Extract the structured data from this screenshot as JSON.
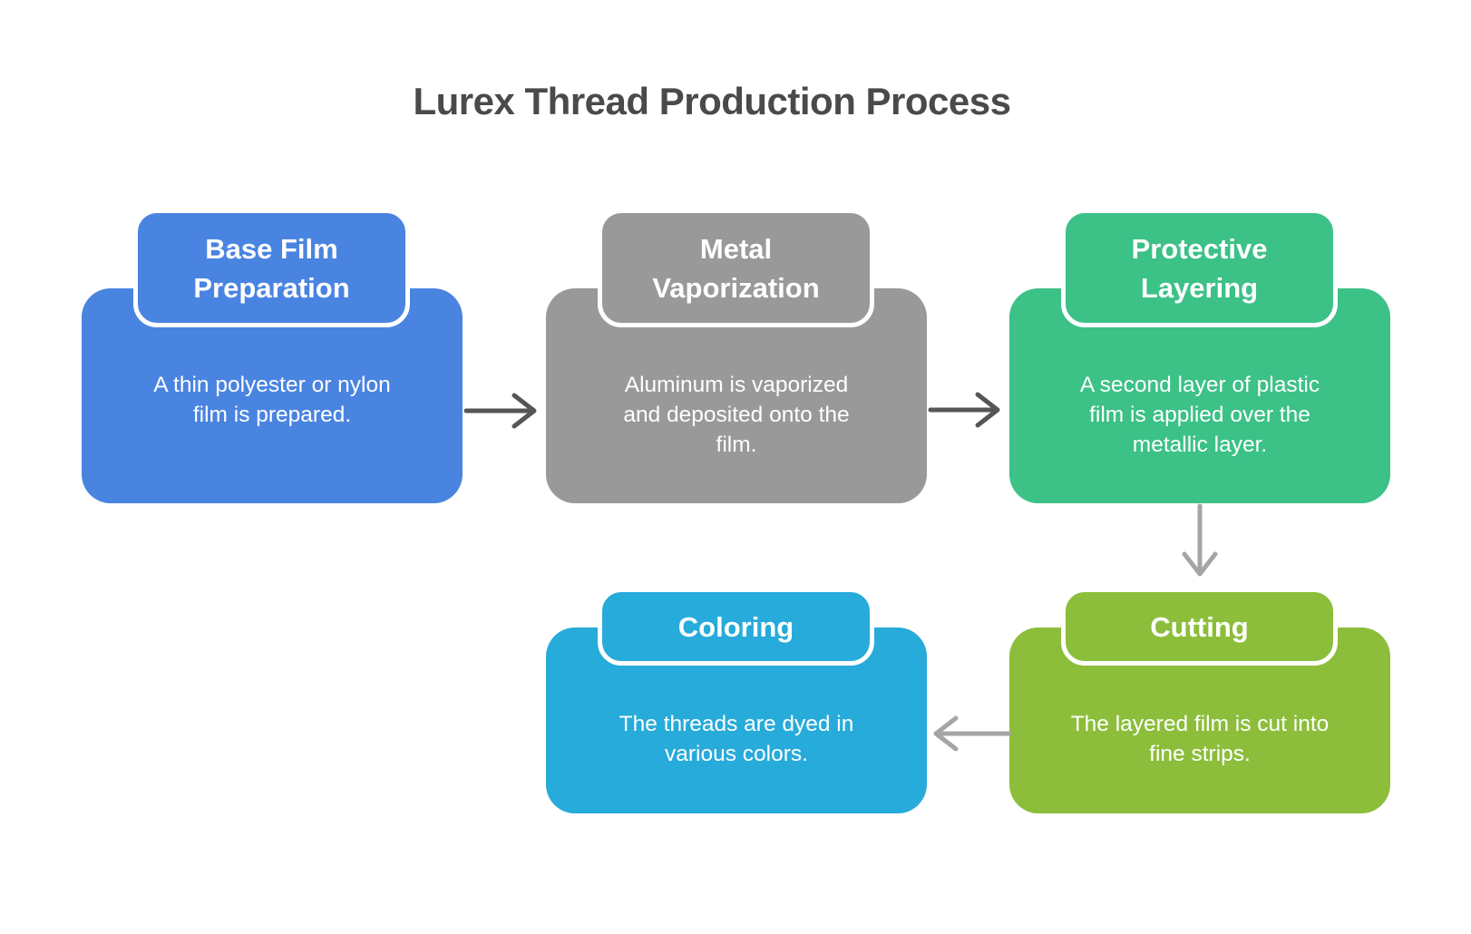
{
  "title": "Lurex Thread Production Process",
  "colors": {
    "background": "#FFFFFF",
    "title_text": "#4A4A4A",
    "node_text": "#FFFFFF",
    "blue": "#4A84E1",
    "gray": "#999999",
    "green": "#3CC187",
    "olive": "#8CBE3B",
    "cyan": "#27ABDA",
    "arrow_dark": "#555555",
    "arrow_light": "#A5A5A5"
  },
  "nodes": [
    {
      "id": "base-film-preparation",
      "title": "Base Film\nPreparation",
      "description": "A thin polyester or nylon\nfilm is prepared.",
      "color": "#4A84E1"
    },
    {
      "id": "metal-vaporization",
      "title": "Metal\nVaporization",
      "description": "Aluminum is vaporized\nand deposited onto the\nfilm.",
      "color": "#999999"
    },
    {
      "id": "protective-layering",
      "title": "Protective\nLayering",
      "description": "A second layer of plastic\nfilm is applied over the\nmetallic layer.",
      "color": "#3CC187"
    },
    {
      "id": "cutting",
      "title": "Cutting",
      "description": "The layered film is cut into\nfine strips.",
      "color": "#8CBE3B"
    },
    {
      "id": "coloring",
      "title": "Coloring",
      "description": "The threads are dyed in\nvarious colors.",
      "color": "#27ABDA"
    }
  ],
  "edges": [
    {
      "from": "Base Film Preparation",
      "to": "Metal Vaporization",
      "direction": "right"
    },
    {
      "from": "Metal Vaporization",
      "to": "Protective Layering",
      "direction": "right"
    },
    {
      "from": "Protective Layering",
      "to": "Cutting",
      "direction": "down"
    },
    {
      "from": "Cutting",
      "to": "Coloring",
      "direction": "left"
    }
  ]
}
